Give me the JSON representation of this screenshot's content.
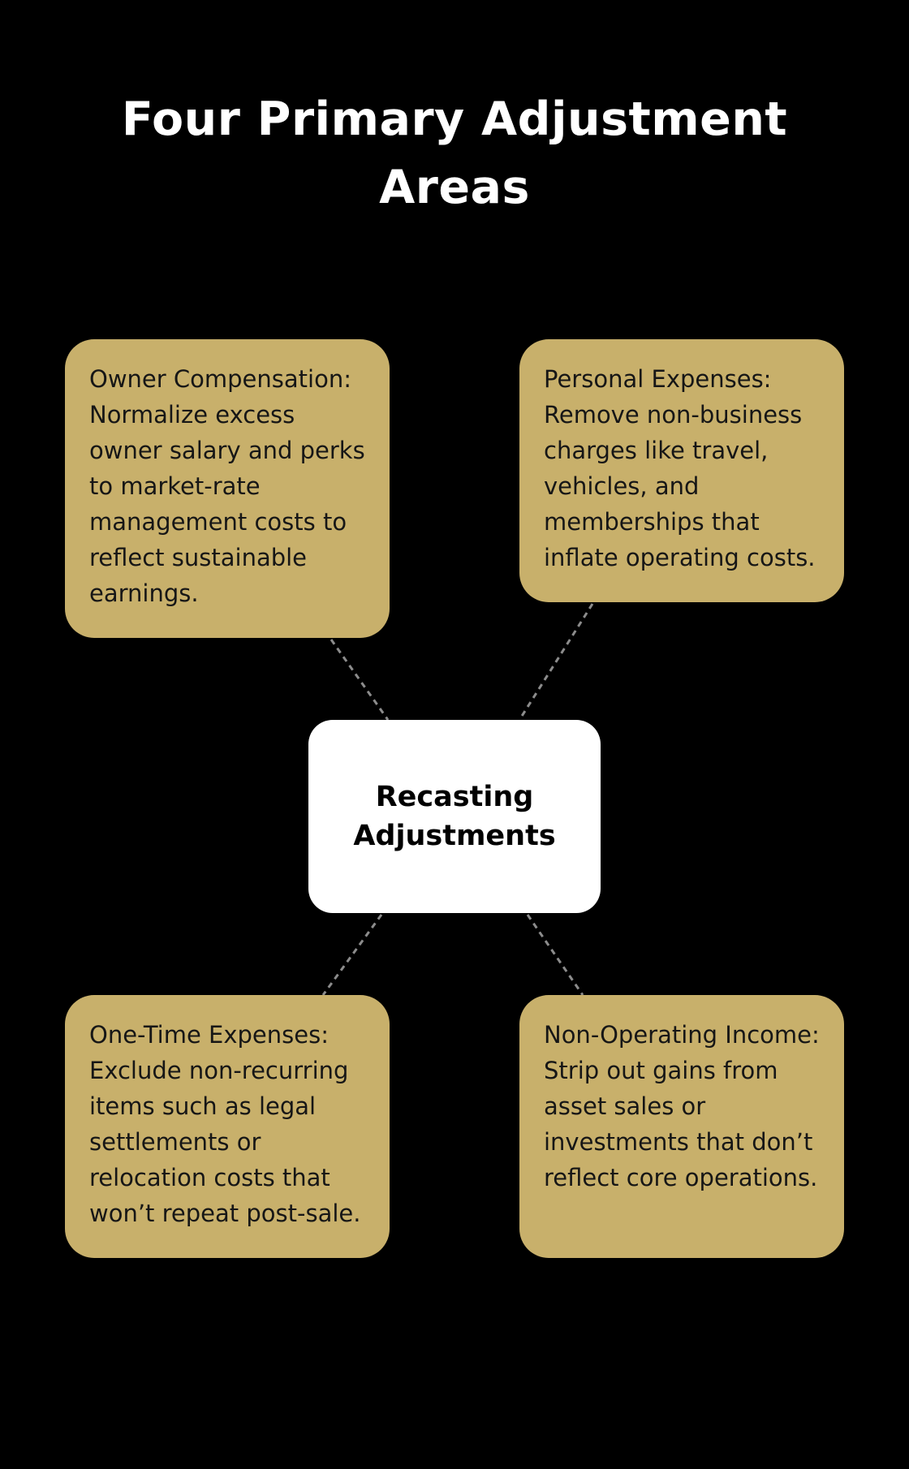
{
  "title": "Four Primary Adjustment Areas",
  "center": {
    "label": "Recasting Adjustments"
  },
  "nodes": [
    {
      "id": "owner-compensation",
      "text": "Owner Compensation: Normalize excess owner salary and perks to market-rate management costs to reflect sustainable earnings."
    },
    {
      "id": "personal-expenses",
      "text": "Personal Expenses: Remove non-business charges like travel, vehicles, and memberships that inflate operating costs."
    },
    {
      "id": "one-time-expenses",
      "text": "One-Time Expenses: Exclude non-recurring items such as legal settlements or relocation costs that won’t repeat post-sale."
    },
    {
      "id": "non-operating-income",
      "text": "Non-Operating Income: Strip out gains from asset sales or investments that don’t reflect core operations."
    }
  ],
  "colors": {
    "background": "#000000",
    "card": "#c8b06b",
    "center": "#ffffff",
    "connector": "#8c8c8c",
    "title": "#ffffff"
  }
}
